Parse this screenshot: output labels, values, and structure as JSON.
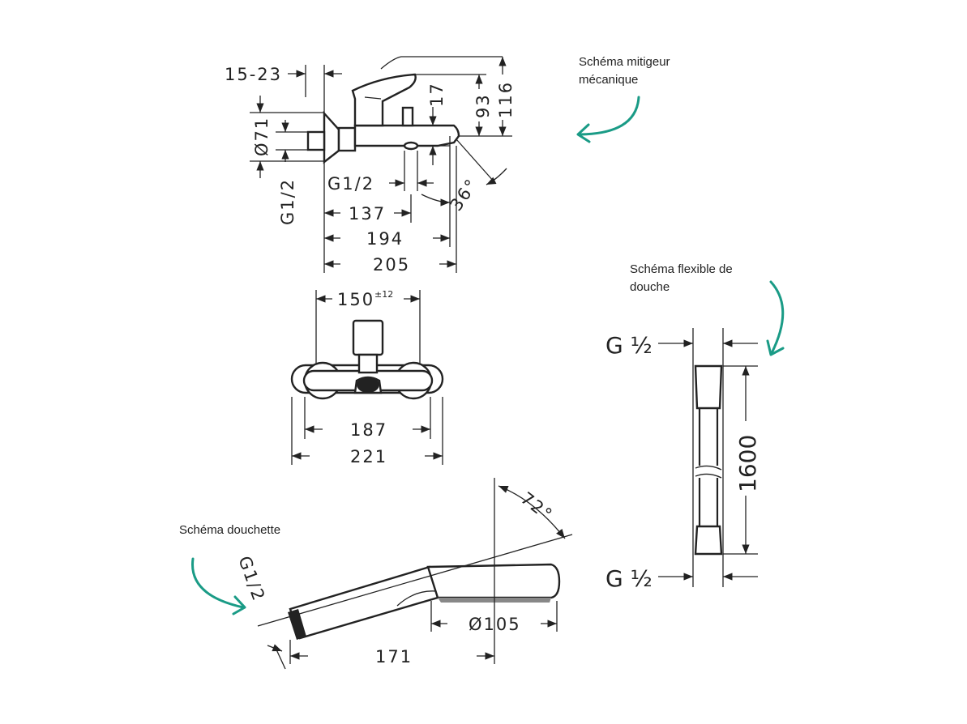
{
  "notes": {
    "mixer": [
      "Schéma mitigeur",
      "mécanique"
    ],
    "hose": [
      "Schéma flexible de",
      "douche"
    ],
    "handshower": [
      "Schéma douchette"
    ]
  },
  "mixer_side": {
    "dim_15_23": "15-23",
    "dim_o71": "Ø71",
    "dim_g12_left": "G1/2",
    "dim_17": "17",
    "dim_93": "93",
    "dim_116": "116",
    "dim_g12_spout": "G1/2",
    "dim_36deg": "36°",
    "dim_137": "137",
    "dim_194": "194",
    "dim_205": "205"
  },
  "mixer_front": {
    "dim_150": "150",
    "dim_150_tol": "±12",
    "dim_187": "187",
    "dim_221": "221"
  },
  "handshower": {
    "dim_g12": "G1/2",
    "dim_72deg": "72°",
    "dim_o105": "Ø105",
    "dim_171": "171"
  },
  "hose": {
    "dim_g_top": "G ½",
    "dim_1600": "1600",
    "dim_g_bottom": "G ½"
  },
  "colors": {
    "line": "#222222",
    "accent_arrow": "#1a9b86",
    "background": "#ffffff"
  }
}
